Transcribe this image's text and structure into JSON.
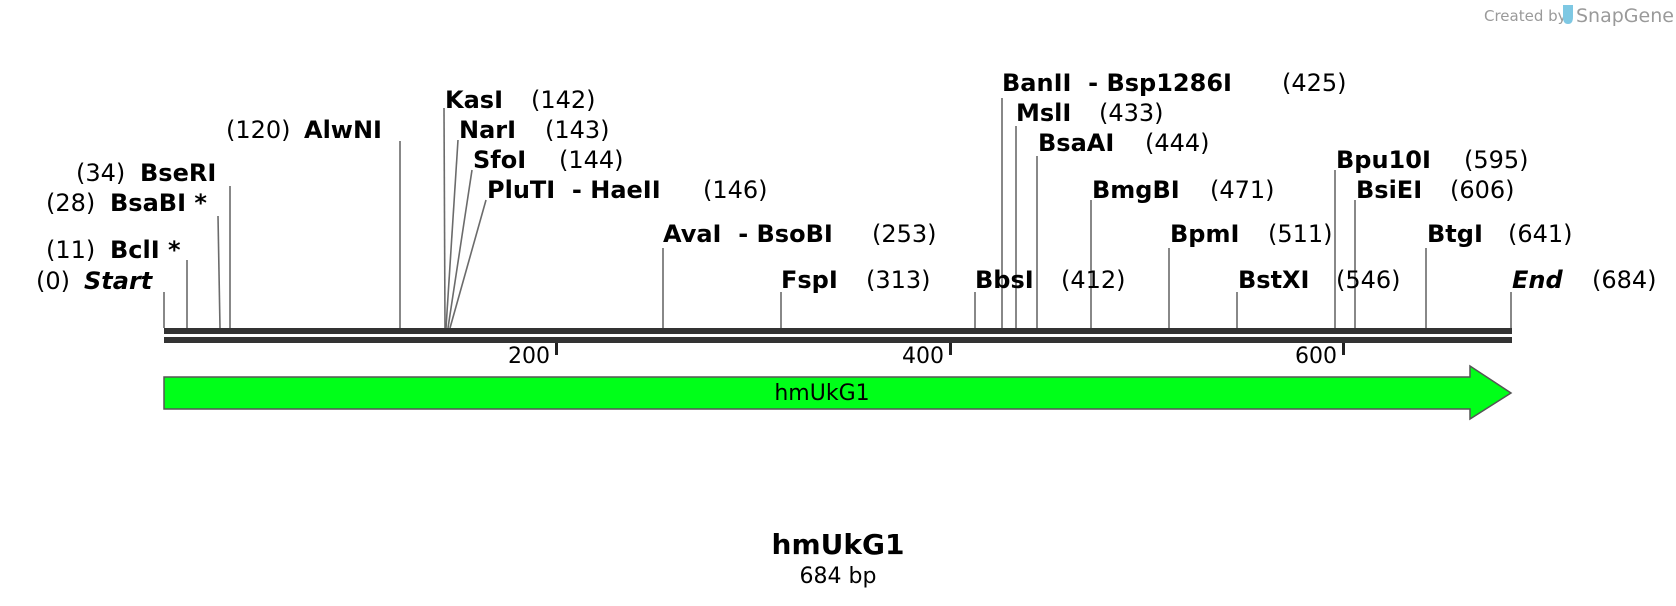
{
  "brand": {
    "created_by": "Created by",
    "product": "SnapGene"
  },
  "sequence": {
    "name": "hmUkG1",
    "length_label": "684 bp",
    "length": 684
  },
  "ruler": {
    "ticks": [
      {
        "label": "200"
      },
      {
        "label": "400"
      },
      {
        "label": "600"
      }
    ]
  },
  "feature": {
    "label": "hmUkG1",
    "color": "#00ff19"
  },
  "enzymes": [
    {
      "name": "Start",
      "pos": "(0)",
      "italic": true
    },
    {
      "name": "BclI *",
      "pos": "(11)"
    },
    {
      "name": "BsaBI *",
      "pos": "(28)"
    },
    {
      "name": "BseRI",
      "pos": "(34)"
    },
    {
      "name": "AlwNI",
      "pos": "(120)"
    },
    {
      "name": "KasI",
      "pos": "(142)"
    },
    {
      "name": "NarI",
      "pos": "(143)"
    },
    {
      "name": "SfoI",
      "pos": "(144)"
    },
    {
      "name": "PluTI  - HaeII",
      "pos": "(146)"
    },
    {
      "name": "AvaI  - BsoBI",
      "pos": "(253)"
    },
    {
      "name": "FspI",
      "pos": "(313)"
    },
    {
      "name": "BbsI",
      "pos": "(412)"
    },
    {
      "name": "BanII  - Bsp1286I",
      "pos": "(425)"
    },
    {
      "name": "MslI",
      "pos": "(433)"
    },
    {
      "name": "BsaAI",
      "pos": "(444)"
    },
    {
      "name": "BmgBI",
      "pos": "(471)"
    },
    {
      "name": "BpmI",
      "pos": "(511)"
    },
    {
      "name": "BstXI",
      "pos": "(546)"
    },
    {
      "name": "Bpu10I",
      "pos": "(595)"
    },
    {
      "name": "BsiEI",
      "pos": "(606)"
    },
    {
      "name": "BtgI",
      "pos": "(641)"
    },
    {
      "name": "End",
      "pos": "(684)",
      "italic": true
    }
  ]
}
